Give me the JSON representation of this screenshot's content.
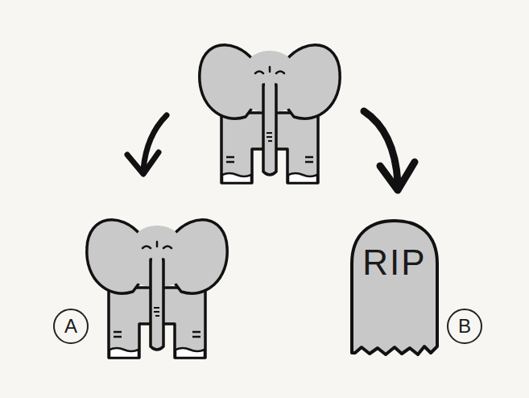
{
  "diagram": {
    "nodes": [
      {
        "text": [
          "A"
        ]
      },
      {
        "text": [
          "RIP"
        ]
      },
      {
        "text": [
          "B"
        ]
      }
    ]
  }
}
